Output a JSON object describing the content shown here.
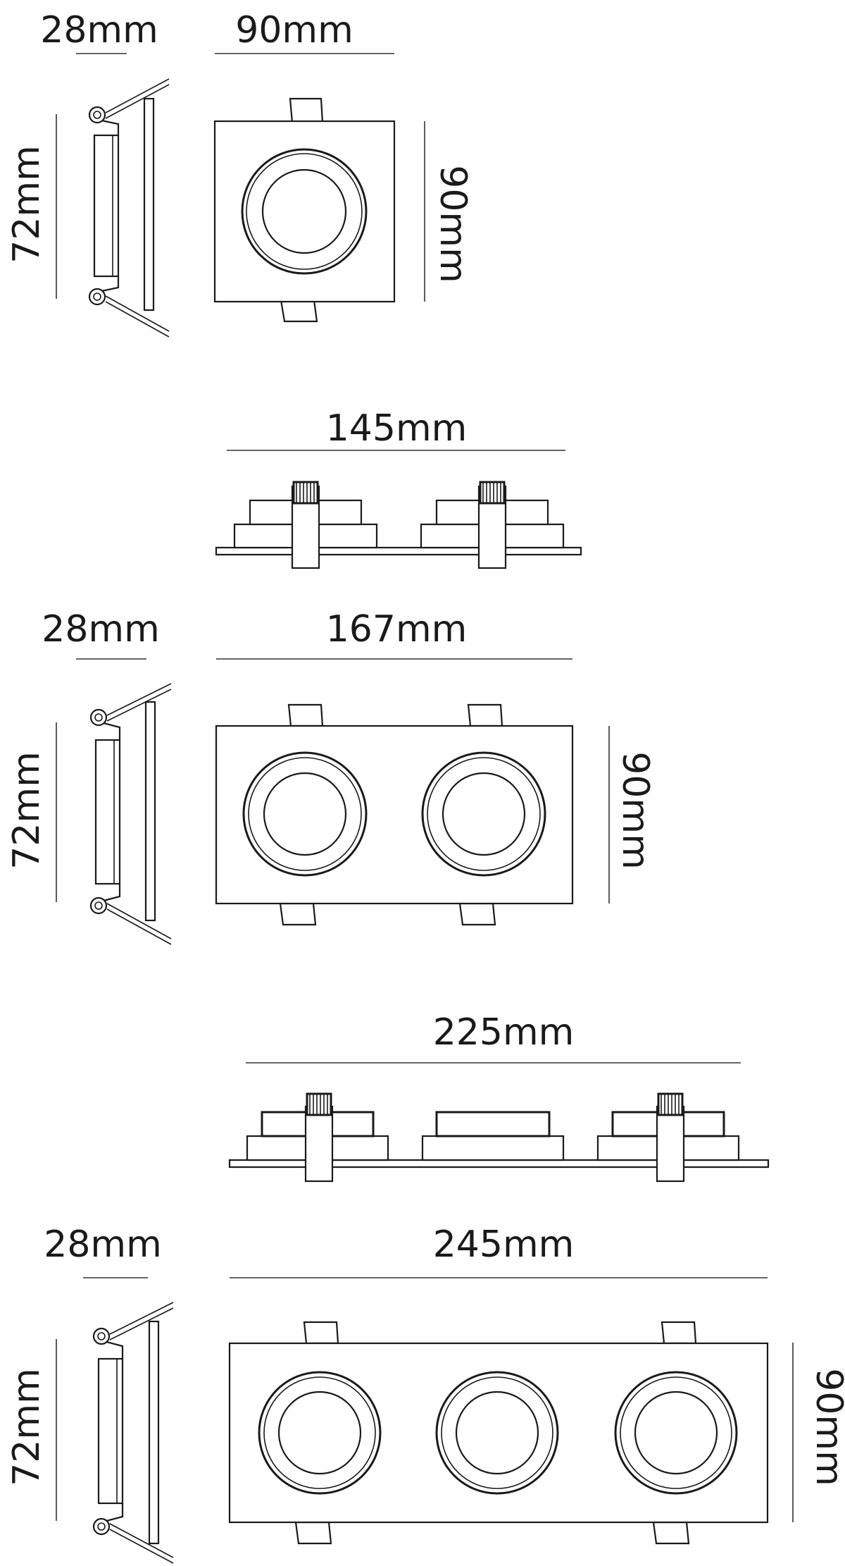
{
  "units": "mm",
  "colors": {
    "line": "#1a1a1a",
    "background": "#ffffff"
  },
  "single": {
    "depth": "28mm",
    "width": "90mm",
    "side_height": "72mm",
    "front_height": "90mm"
  },
  "double": {
    "top_width": "145mm",
    "depth": "28mm",
    "width": "167mm",
    "side_height": "72mm",
    "front_height": "90mm"
  },
  "triple": {
    "top_width": "225mm",
    "depth": "28mm",
    "width": "245mm",
    "side_height": "72mm",
    "front_height": "90mm"
  }
}
